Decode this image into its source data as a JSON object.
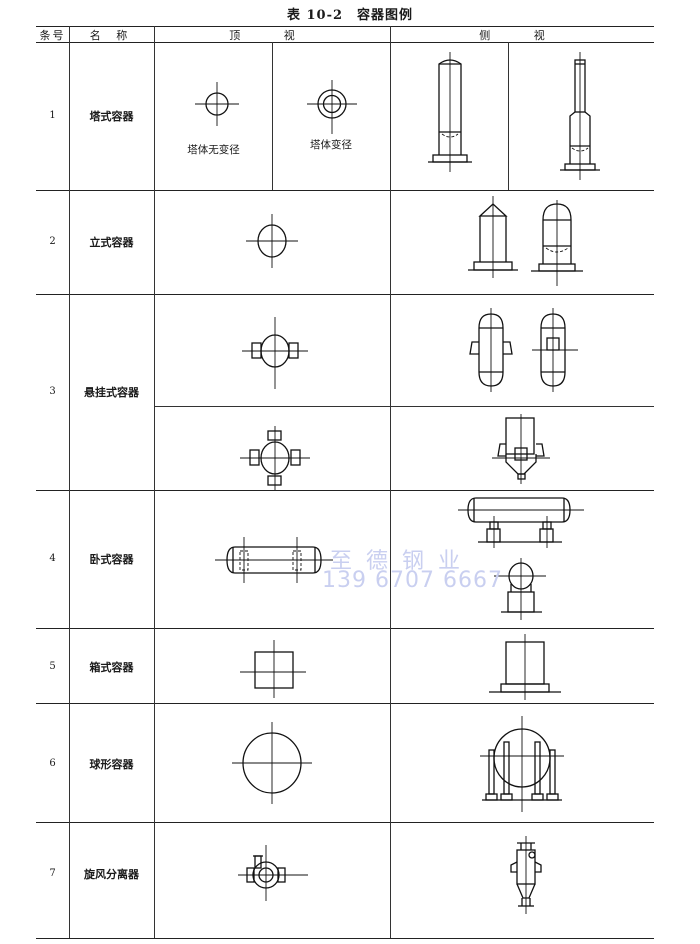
{
  "document": {
    "title": "表 10-2　容器图例",
    "headers": {
      "no": "条号",
      "name": "名 称",
      "top_view": "顶 视",
      "side_view": "侧 视"
    },
    "rows": [
      {
        "no": "1",
        "name": "塔式容器",
        "top_view": [
          {
            "caption": "塔体无变径",
            "icon": "circle-crosshair-icon"
          },
          {
            "caption": "塔体变径",
            "icon": "double-circle-crosshair-icon"
          }
        ],
        "side_view": [
          "tower-uniform-diameter-icon",
          "tower-variable-diameter-icon"
        ]
      },
      {
        "no": "2",
        "name": "立式容器",
        "top_view": [
          "circle-crosshair-icon"
        ],
        "side_view": [
          "vertical-vessel-cone-top-icon",
          "vertical-vessel-dome-top-icon"
        ]
      },
      {
        "no": "3",
        "name": "悬挂式容器",
        "top_view": [
          "circle-two-lugs-icon",
          "circle-four-lugs-icon"
        ],
        "side_view": [
          "suspended-vessel-lugs-icon",
          "suspended-vessel-hopper-icon"
        ]
      },
      {
        "no": "4",
        "name": "卧式容器",
        "top_view": [
          "horizontal-vessel-top-icon"
        ],
        "side_view": [
          "horizontal-vessel-saddles-icon",
          "horizontal-vessel-end-view-icon"
        ]
      },
      {
        "no": "5",
        "name": "箱式容器",
        "top_view": [
          "square-crosshair-icon"
        ],
        "side_view": [
          "box-vessel-side-icon"
        ]
      },
      {
        "no": "6",
        "name": "球形容器",
        "top_view": [
          "large-circle-crosshair-icon"
        ],
        "side_view": [
          "spherical-tank-legs-icon"
        ]
      },
      {
        "no": "7",
        "name": "旋风分离器",
        "top_view": [
          "cyclone-top-icon"
        ],
        "side_view": [
          "cyclone-side-icon"
        ]
      }
    ],
    "watermark": {
      "line1": "至德钢业",
      "line2": "139 6707 6667",
      "color": "#c9cff0"
    }
  }
}
